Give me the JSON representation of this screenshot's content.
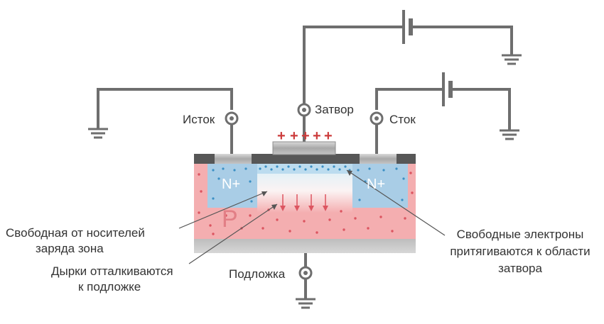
{
  "labels": {
    "source": "Исток",
    "gate": "Затвор",
    "drain": "Сток",
    "substrate": "Подложка",
    "n_left": "N+",
    "n_right": "N+",
    "p_region": "P",
    "gate_charges": [
      "+",
      "+",
      "+",
      "+",
      "+"
    ]
  },
  "annotations": {
    "depletion": [
      "Свободная от носителей",
      "заряда зона"
    ],
    "holes": [
      "Дырки отталкиваются",
      "к подложке"
    ],
    "electrons": [
      "Свободные  электроны",
      "притягиваются к области",
      "затвора"
    ]
  },
  "colors": {
    "wire": "#6e6e6e",
    "p_substrate": "#f4aeb0",
    "n_region": "#a9cde6",
    "oxide_dark": "#575757",
    "metal": "#b9b9b9",
    "plus_sign": "#cc3b3b",
    "electron_dot": "#3b8fc4",
    "hole_dot": "#dc5560"
  }
}
